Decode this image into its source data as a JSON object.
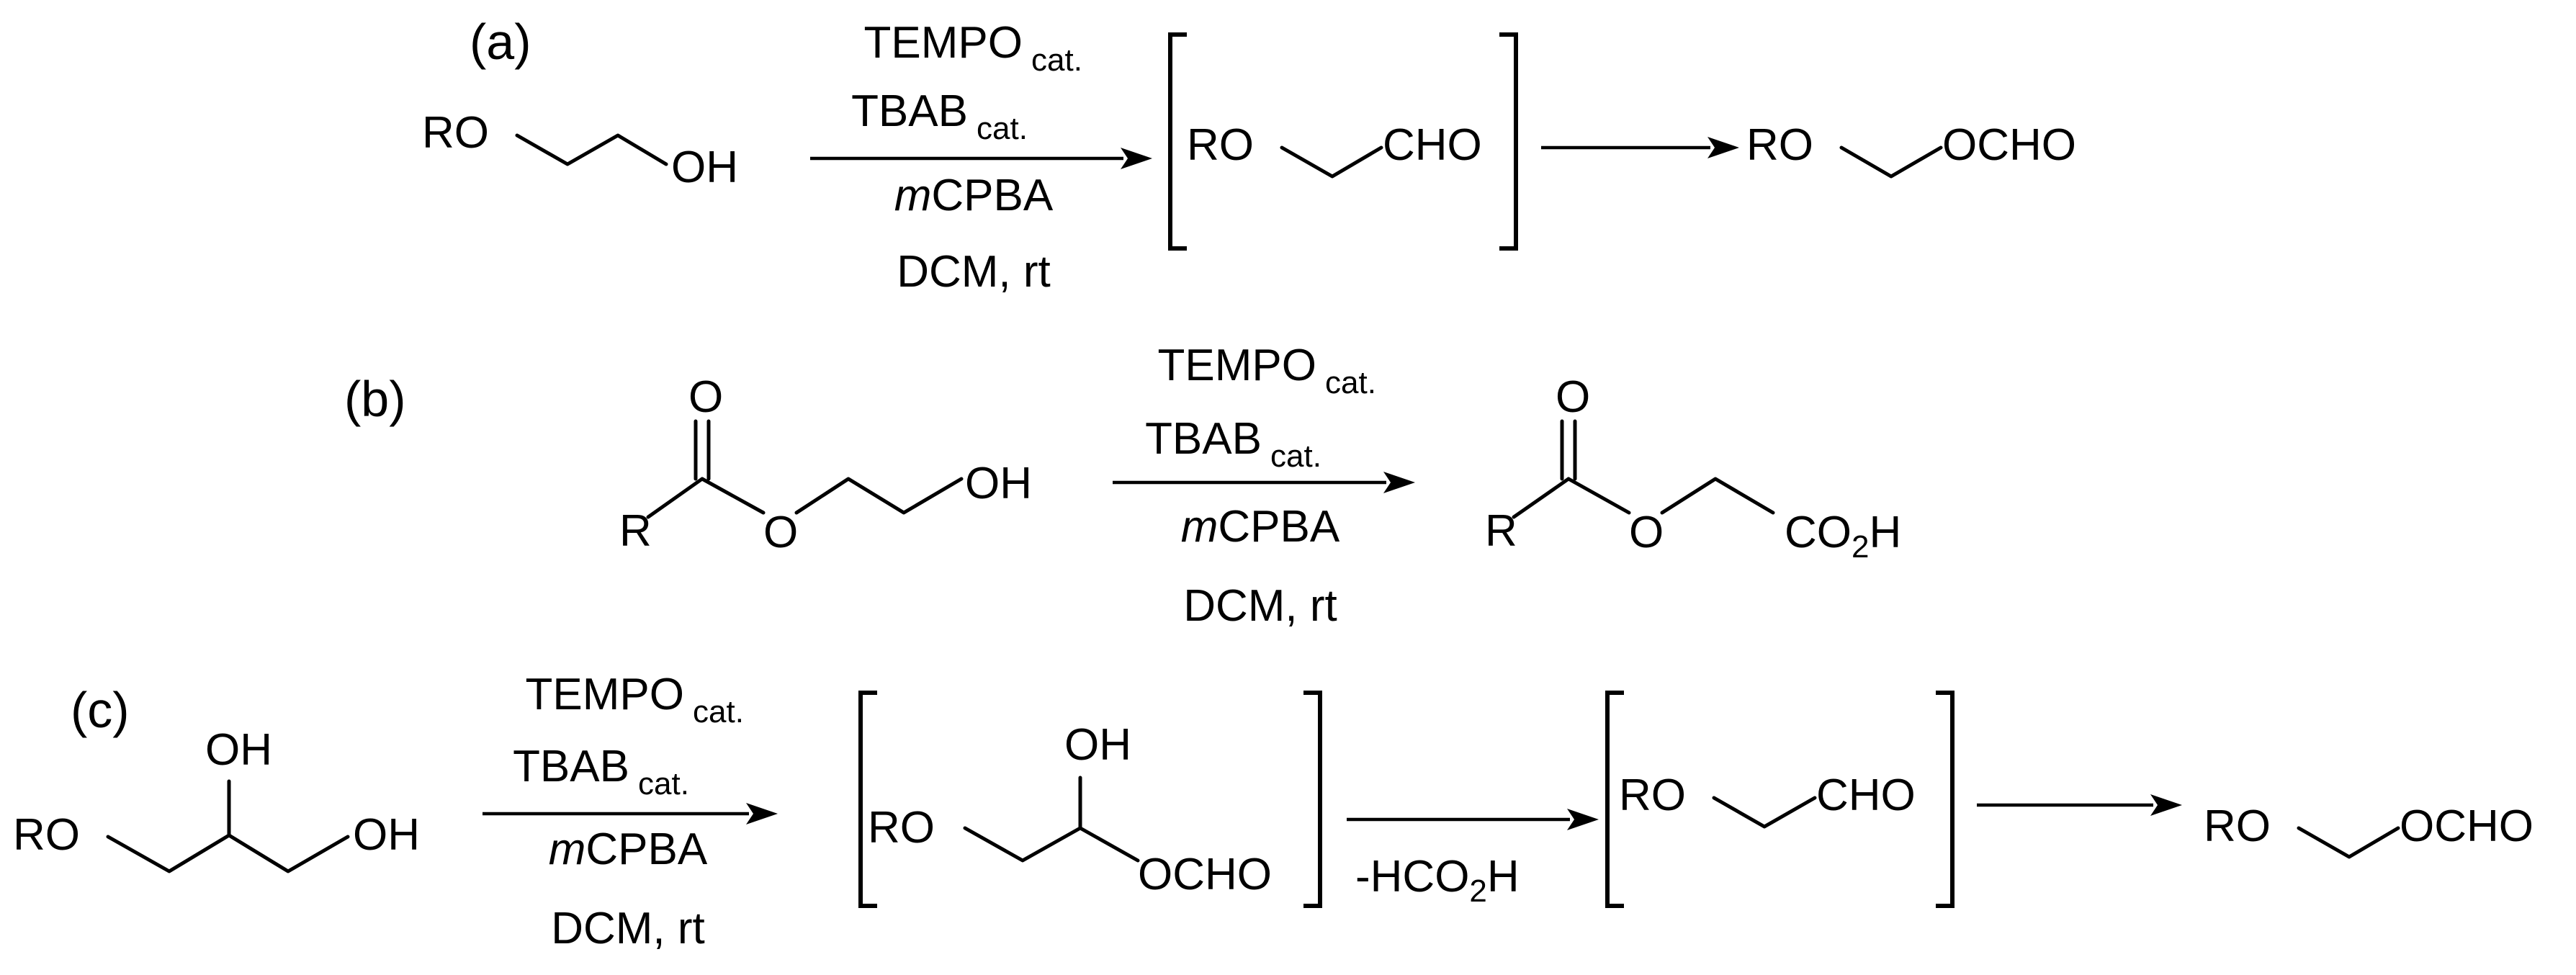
{
  "scheme_a": {
    "panel": "(a)",
    "reactant": {
      "r": "RO",
      "oh": "OH"
    },
    "conditions": {
      "reagent1": "TEMPO",
      "reagent1_sub": "cat.",
      "reagent2": "TBAB",
      "reagent2_sub": "cat.",
      "oxidant_italic": "m",
      "oxidant": "CPBA",
      "solvent": "DCM, rt"
    },
    "intermediate": {
      "r": "RO",
      "group": "CHO"
    },
    "product": {
      "r": "RO",
      "group": "OCHO"
    }
  },
  "scheme_b": {
    "panel": "(b)",
    "reactant": {
      "r": "R",
      "o_carbonyl": "O",
      "o_ester": "O",
      "oh": "OH"
    },
    "conditions": {
      "reagent1": "TEMPO",
      "reagent1_sub": "cat.",
      "reagent2": "TBAB",
      "reagent2_sub": "cat.",
      "oxidant_italic": "m",
      "oxidant": "CPBA",
      "solvent": "DCM, rt"
    },
    "product": {
      "r": "R",
      "o_carbonyl": "O",
      "o_ester": "O",
      "acid_a": "CO",
      "acid_sub": "2",
      "acid_b": "H"
    }
  },
  "scheme_c": {
    "panel": "(c)",
    "reactant": {
      "r": "RO",
      "oh_top": "OH",
      "oh_end": "OH"
    },
    "conditions": {
      "reagent1": "TEMPO",
      "reagent1_sub": "cat.",
      "reagent2": "TBAB",
      "reagent2_sub": "cat.",
      "oxidant_italic": "m",
      "oxidant": "CPBA",
      "solvent": "DCM, rt"
    },
    "intermediate1": {
      "r": "RO",
      "oh": "OH",
      "group": "OCHO"
    },
    "elimination": {
      "prefix": "-HCO",
      "sub": "2",
      "suffix": "H"
    },
    "intermediate2": {
      "r": "RO",
      "group": "CHO"
    },
    "product": {
      "r": "RO",
      "group": "OCHO"
    }
  }
}
